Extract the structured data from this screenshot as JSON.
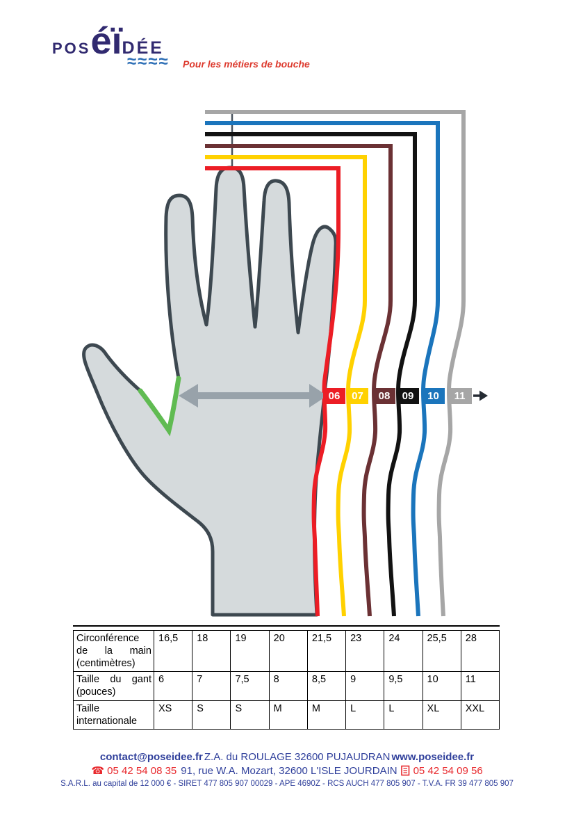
{
  "logo": {
    "pos": "POS",
    "ei": "éï",
    "dee": "DÉE",
    "waves": "≈≈≈≈",
    "tagline": "Pour les métiers de bouche",
    "navy": "#312a70",
    "wave_blue": "#2e6fb6",
    "tagline_red": "#dd3a2e"
  },
  "sizing_diagram": {
    "sizes": [
      {
        "label": "06",
        "color": "#ec1d25"
      },
      {
        "label": "07",
        "color": "#ffd100"
      },
      {
        "label": "08",
        "color": "#6b3134"
      },
      {
        "label": "09",
        "color": "#121212"
      },
      {
        "label": "10",
        "color": "#1b75bc"
      },
      {
        "label": "11",
        "color": "#a6a6a6"
      }
    ],
    "hand_fill": "#d5dadc",
    "hand_outline": "#3d4850",
    "highlight_green": "#60bb52",
    "measure_arrow_gray": "#98a2aa",
    "guideline_gray": "#4a545e",
    "pointer_dark": "#252b33"
  },
  "size_table": {
    "rows": [
      {
        "label": "Circonférence de la main (centimètres)",
        "values": [
          "16,5",
          "18",
          "19",
          "20",
          "21,5",
          "23",
          "24",
          "25,5",
          "28"
        ]
      },
      {
        "label": "Taille du gant (pouces)",
        "values": [
          "6",
          "7",
          "7,5",
          "8",
          "8,5",
          "9",
          "9,5",
          "10",
          "11"
        ]
      },
      {
        "label": "Taille internationale",
        "values": [
          "XS",
          "S",
          "S",
          "M",
          "M",
          "L",
          "L",
          "XL",
          "XXL"
        ]
      }
    ]
  },
  "footer": {
    "email": "contact@poseidee.fr",
    "address1": "Z.A. du ROULAGE 32600 PUJAUDRAN",
    "website": "www.poseidee.fr",
    "phone_icon": "☎",
    "phone1": "05 42 54 08 35",
    "address2": "91, rue W.A. Mozart, 32600 L'ISLE JOURDAIN",
    "phone2": "05 42 54 09 56",
    "legal": "S.A.R.L. au capital de 12 000 € - SIRET 477 805 907 00029 - APE 4690Z - RCS AUCH 477 805 907 - T.V.A. FR 39 477 805 907",
    "text_blue": "#2f3f9b",
    "text_red": "#e8282c"
  }
}
